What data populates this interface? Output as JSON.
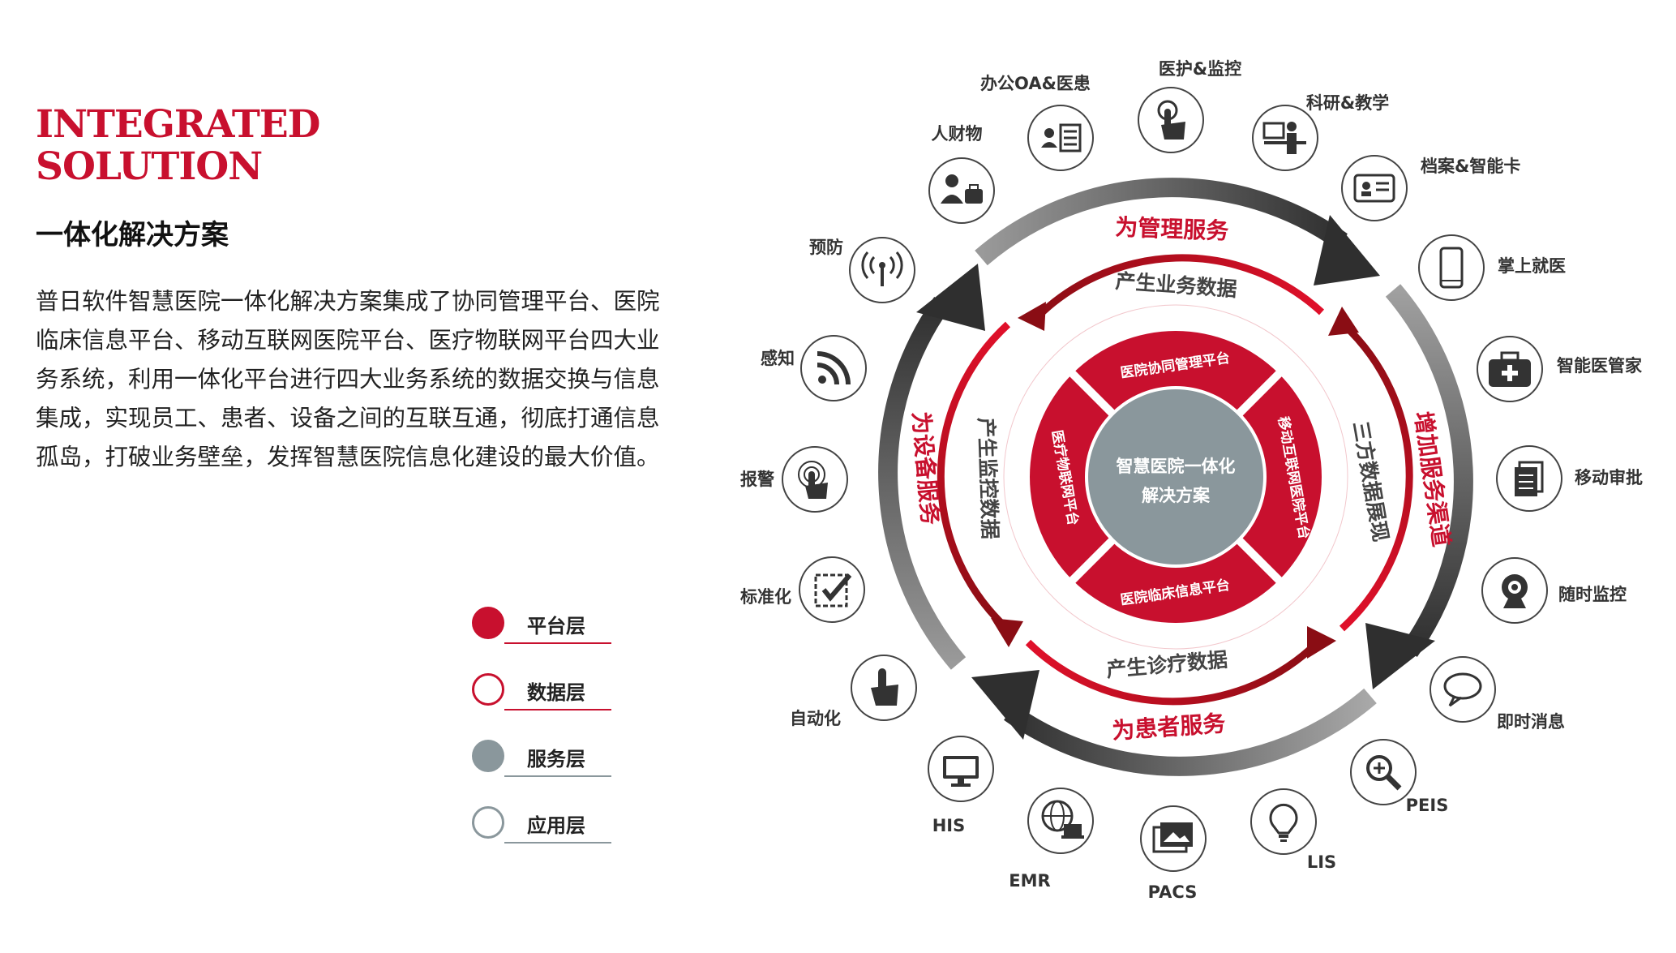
{
  "heading": {
    "title_line1": "INTEGRATED",
    "title_line2": "SOLUTION",
    "subtitle": "一体化解决方案",
    "description": "普日软件智慧医院一体化解决方案集成了协同管理平台、医院临床信息平台、移动互联网医院平台、医疗物联网平台四大业务系统，利用一体化平台进行四大业务系统的数据交换与信息集成，实现员工、患者、设备之间的互联互通，彻底打通信息孤岛，打破业务壁垒，发挥智慧医院信息化建设的最大价值。"
  },
  "legend": [
    {
      "label": "平台层",
      "color": "#c8102e",
      "style": "filled"
    },
    {
      "label": "数据层",
      "color": "#c8102e",
      "style": "outline"
    },
    {
      "label": "服务层",
      "color": "#8a979c",
      "style": "filled"
    },
    {
      "label": "应用层",
      "color": "#8a979c",
      "style": "outline"
    }
  ],
  "diagram": {
    "center": {
      "line1": "智慧医院一体化",
      "line2": "解决方案"
    },
    "platforms": {
      "top": "医院协同管理平台",
      "right": "移动互联网医院平台",
      "bottom": "医院临床信息平台",
      "left": "医疗物联网平台"
    },
    "data_flows": {
      "top": "产生业务数据",
      "right": "三方数据展现",
      "bottom": "产生诊疗数据",
      "left": "产生监控数据"
    },
    "services": {
      "top": "为管理服务",
      "right": "增加服务渠道",
      "bottom": "为患者服务",
      "left": "为设备服务"
    },
    "apps": [
      {
        "label": "人财物",
        "icon": "people-luggage-icon"
      },
      {
        "label": "办公OA&医患",
        "icon": "id-list-icon"
      },
      {
        "label": "医护&监控",
        "icon": "touch-hand-icon"
      },
      {
        "label": "科研&教学",
        "icon": "teacher-icon"
      },
      {
        "label": "档案&智能卡",
        "icon": "id-card-icon"
      },
      {
        "label": "掌上就医",
        "icon": "smartphone-icon"
      },
      {
        "label": "智能医管家",
        "icon": "medical-kit-icon"
      },
      {
        "label": "移动审批",
        "icon": "documents-icon"
      },
      {
        "label": "随时监控",
        "icon": "webcam-icon"
      },
      {
        "label": "即时消息",
        "icon": "chat-bubble-icon"
      },
      {
        "label": "PEIS",
        "icon": "magnifier-plus-icon"
      },
      {
        "label": "LIS",
        "icon": "lightbulb-icon"
      },
      {
        "label": "PACS",
        "icon": "images-icon"
      },
      {
        "label": "EMR",
        "icon": "globe-laptop-icon"
      },
      {
        "label": "HIS",
        "icon": "monitor-icon"
      },
      {
        "label": "自动化",
        "icon": "pointing-hand-icon"
      },
      {
        "label": "标准化",
        "icon": "checkbox-icon"
      },
      {
        "label": "报警",
        "icon": "alarm-button-icon"
      },
      {
        "label": "感知",
        "icon": "rss-icon"
      },
      {
        "label": "预防",
        "icon": "antenna-icon"
      }
    ]
  }
}
